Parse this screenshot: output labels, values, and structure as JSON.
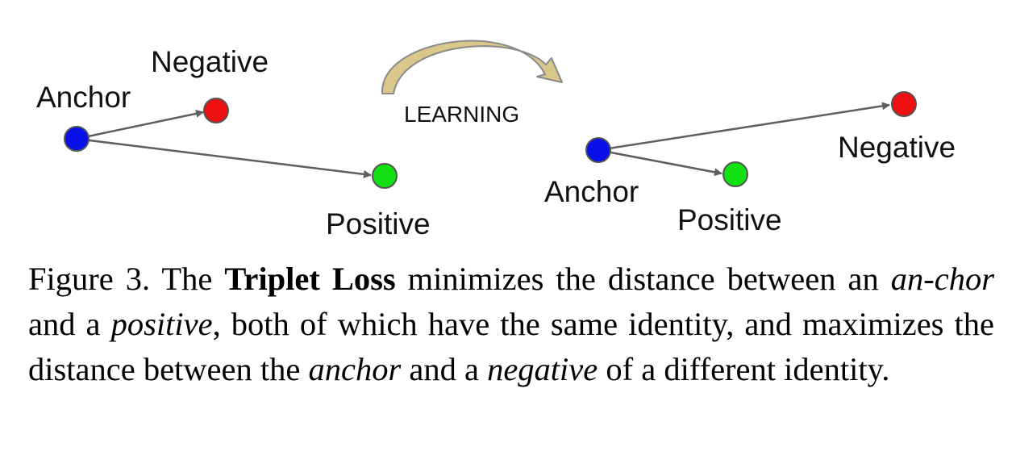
{
  "diagram": {
    "colors": {
      "anchor": "#0a10e8",
      "positive": "#12e012",
      "negative": "#ee1010",
      "arrow": "#5f5f5f",
      "learning_arrow_fill": "#d9c88a",
      "learning_arrow_stroke": "#8a8a8a"
    },
    "learning_label": "LEARNING",
    "before": {
      "anchor_label": "Anchor",
      "negative_label": "Negative",
      "positive_label": "Positive"
    },
    "after": {
      "anchor_label": "Anchor",
      "negative_label": "Negative",
      "positive_label": "Positive"
    }
  },
  "caption": {
    "lead": "Figure 3. The ",
    "bold": "Triplet Loss",
    "t1": " minimizes the distance between an ",
    "i1": "an-chor",
    "t2": " and a ",
    "i2": "positive",
    "t3": ", both of which have the same identity, and maximizes the distance between the ",
    "i3": "anchor",
    "t4": " and a ",
    "i4": "negative",
    "t5": " of a different identity."
  }
}
